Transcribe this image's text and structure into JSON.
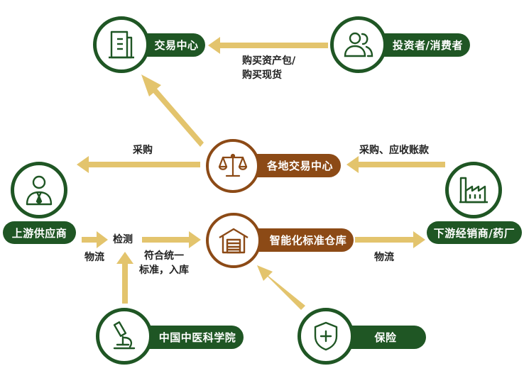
{
  "colors": {
    "green": "#1f5624",
    "brown": "#8c4a16",
    "arrow": "#e3c46d"
  },
  "nodes": {
    "exchange": {
      "label": "交易中心",
      "icon": "building-icon"
    },
    "investor": {
      "label": "投资者/消费者",
      "icon": "users-icon"
    },
    "local_exchange": {
      "label": "各地交易中心",
      "icon": "scale-icon"
    },
    "upstream": {
      "label": "上游供应商",
      "icon": "person-tie-icon"
    },
    "warehouse": {
      "label": "智能化标准仓库",
      "icon": "warehouse-icon"
    },
    "downstream": {
      "label": "下游经销商/药厂",
      "icon": "factory-icon"
    },
    "academy": {
      "label": "中国中医科学院",
      "icon": "microscope-icon"
    },
    "insurance": {
      "label": "保险",
      "icon": "shield-plus-icon"
    }
  },
  "labels": {
    "buy_assets_1": "购买资产包/",
    "buy_assets_2": "购买现货",
    "purchase_left": "采购",
    "purchase_right": "采购、应收账款",
    "inspection": "检测",
    "logistics_left": "物流",
    "standard_1": "符合统一",
    "standard_2": "标准，入库",
    "logistics_right": "物流"
  }
}
